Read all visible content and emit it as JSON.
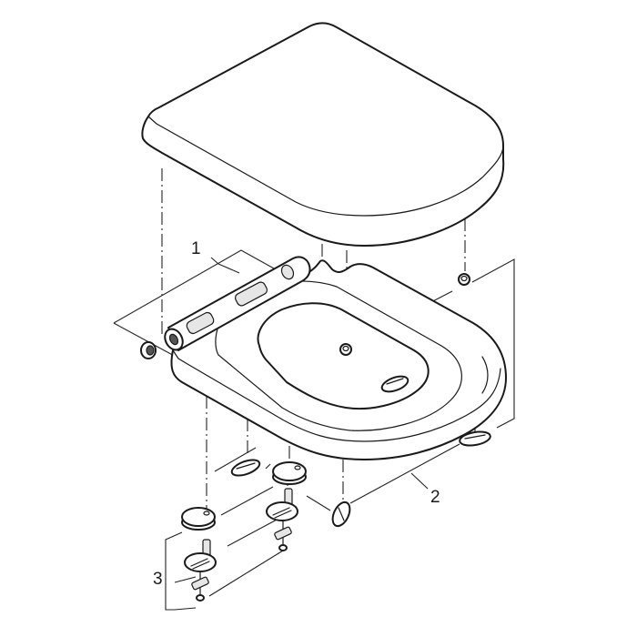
{
  "diagram": {
    "type": "exploded-parts-view",
    "subject": "toilet seat with lid",
    "callouts": [
      {
        "id": "1",
        "label": "1",
        "part": "hinge-rod-assembly"
      },
      {
        "id": "2",
        "label": "2",
        "part": "seat-buffers"
      },
      {
        "id": "3",
        "label": "3",
        "part": "fixing-set"
      }
    ],
    "parts": [
      "lid",
      "seat-ring",
      "hinge-rod",
      "hinge-end-cap",
      "lid-buffer-left",
      "lid-buffer-right",
      "seat-buffer-front",
      "seat-buffer-right",
      "seat-buffer-left",
      "seat-buffer-center",
      "cover-cap-left",
      "cover-cap-right",
      "fixing-plate-left",
      "fixing-plate-right",
      "fixing-bolt-left",
      "fixing-bolt-right"
    ],
    "colors": {
      "line": "#1a1a1a",
      "background": "#ffffff"
    }
  }
}
